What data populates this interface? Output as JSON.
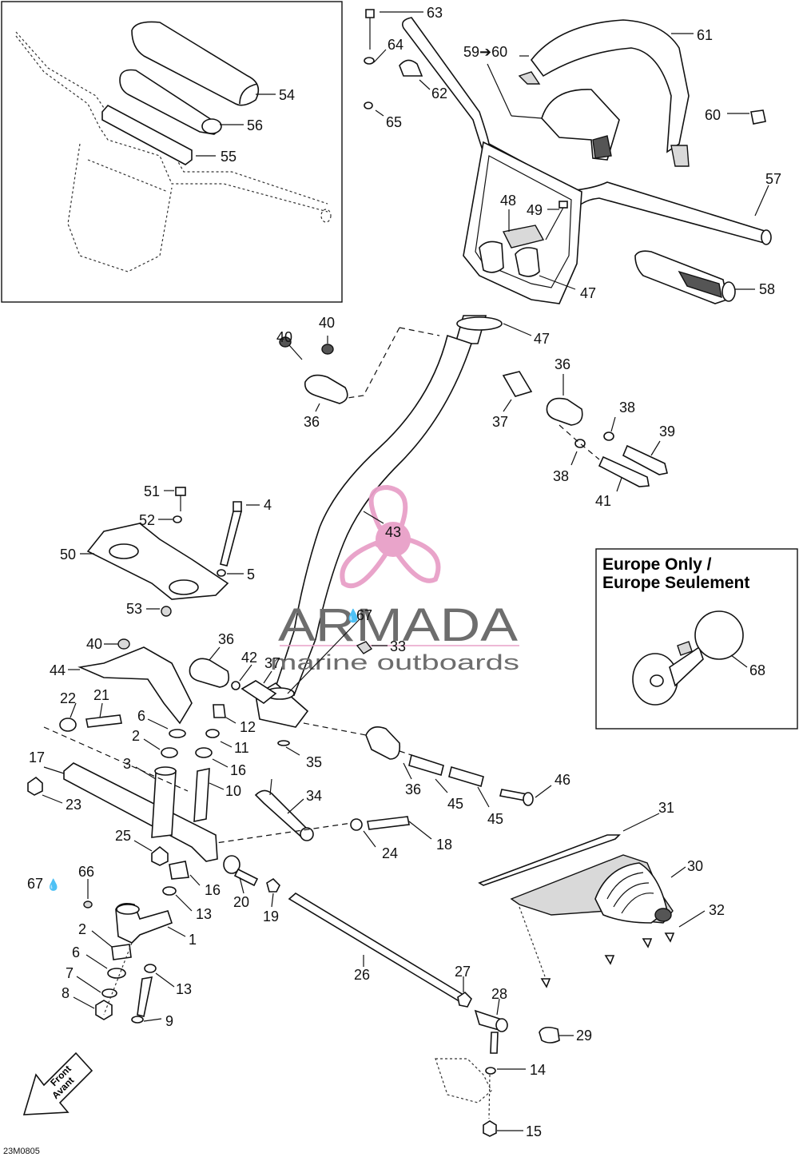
{
  "diagram": {
    "reference_code": "23M0805",
    "inset_box": {
      "title_line1": "Europe Only /",
      "title_line2": "Europe Seulement"
    },
    "front_arrow": {
      "line1": "Front",
      "line2": "Avant"
    },
    "watermark": {
      "brand": "ARMADA",
      "tagline": "marine outboards",
      "logo_color": "#e8a0c8",
      "text_color": "#6d6d6d"
    },
    "callouts": {
      "c1": "1",
      "c2a": "2",
      "c2b": "2",
      "c3": "3",
      "c4": "4",
      "c5": "5",
      "c6a": "6",
      "c6b": "6",
      "c7": "7",
      "c8": "8",
      "c9": "9",
      "c10": "10",
      "c11": "11",
      "c12": "12",
      "c13a": "13",
      "c13b": "13",
      "c14": "14",
      "c15": "15",
      "c16a": "16",
      "c16b": "16",
      "c17": "17",
      "c18": "18",
      "c19": "19",
      "c20": "20",
      "c21": "21",
      "c22": "22",
      "c23": "23",
      "c24": "24",
      "c25": "25",
      "c26": "26",
      "c27": "27",
      "c28": "28",
      "c29": "29",
      "c30": "30",
      "c31": "31",
      "c32": "32",
      "c33": "33",
      "c34": "34",
      "c35": "35",
      "c36a": "36",
      "c36b": "36",
      "c36c": "36",
      "c36d": "36",
      "c37a": "37",
      "c37b": "37",
      "c38a": "38",
      "c38b": "38",
      "c39": "39",
      "c40a": "40",
      "c40b": "40",
      "c40c": "40",
      "c41": "41",
      "c42": "42",
      "c43": "43",
      "c44": "44",
      "c45a": "45",
      "c45b": "45",
      "c46": "46",
      "c47a": "47",
      "c47b": "47",
      "c48": "48",
      "c49": "49",
      "c50": "50",
      "c51": "51",
      "c52": "52",
      "c53": "53",
      "c54": "54",
      "c55": "55",
      "c56": "56",
      "c57": "57",
      "c58": "58",
      "c59to60": "59➔60",
      "c60": "60",
      "c61": "61",
      "c62": "62",
      "c63": "63",
      "c64": "64",
      "c65": "65",
      "c66": "66",
      "c67a": "67",
      "c67b": "67",
      "c68": "68"
    }
  }
}
